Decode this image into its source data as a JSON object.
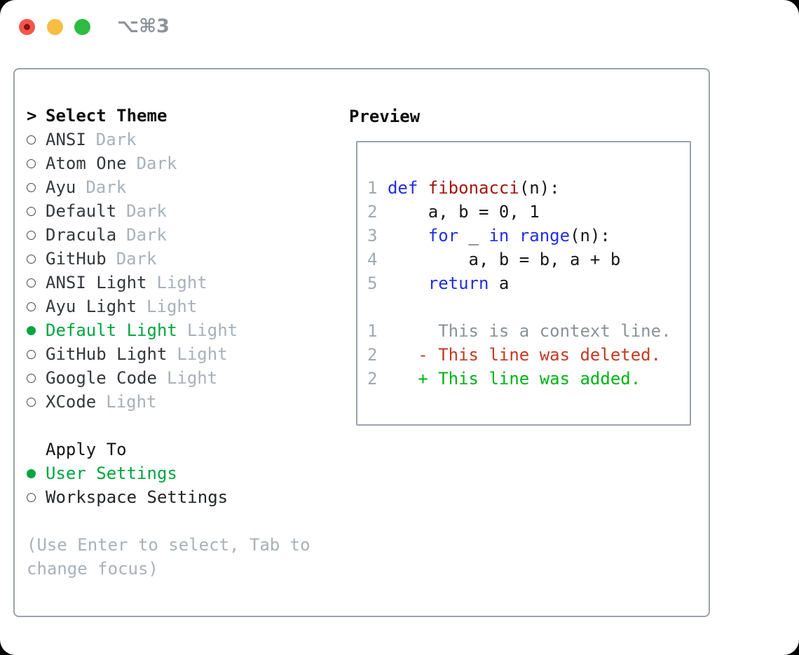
{
  "window": {
    "title": "⌥⌘3"
  },
  "colors": {
    "ui_green": "#00a53f",
    "added_green": "#00b315",
    "deleted_red": "#c43a20",
    "keyword_blue": "#1f2fe3",
    "function_red": "#a31510",
    "tag_gray": "#a8b1bb",
    "border_gray": "#9aa3ad",
    "line_num": "#9fa9b3",
    "context_gray": "#8c9198",
    "traffic_red": "#f2564d",
    "traffic_yellow": "#f7bd45",
    "traffic_green": "#2fbb42"
  },
  "theme_selector": {
    "prompt": ">",
    "title": "Select Theme",
    "themes": [
      {
        "name": "ANSI",
        "tag": "Dark",
        "selected": false
      },
      {
        "name": "Atom One",
        "tag": "Dark",
        "selected": false
      },
      {
        "name": "Ayu",
        "tag": "Dark",
        "selected": false
      },
      {
        "name": "Default",
        "tag": "Dark",
        "selected": false
      },
      {
        "name": "Dracula",
        "tag": "Dark",
        "selected": false
      },
      {
        "name": "GitHub",
        "tag": "Dark",
        "selected": false
      },
      {
        "name": "ANSI Light",
        "tag": "Light",
        "selected": false
      },
      {
        "name": "Ayu Light",
        "tag": "Light",
        "selected": false
      },
      {
        "name": "Default Light",
        "tag": "Light",
        "selected": true
      },
      {
        "name": "GitHub Light",
        "tag": "Light",
        "selected": false
      },
      {
        "name": "Google Code",
        "tag": "Light",
        "selected": false
      },
      {
        "name": "XCode",
        "tag": "Light",
        "selected": false
      }
    ]
  },
  "apply_to": {
    "title": "Apply To",
    "options": [
      {
        "label": "User Settings",
        "selected": true
      },
      {
        "label": "Workspace Settings",
        "selected": false
      }
    ]
  },
  "hint": {
    "text": "(Use Enter to select, Tab to change focus)"
  },
  "preview": {
    "title": "Preview",
    "lines": [
      {
        "num": "1",
        "parts": [
          {
            "t": " ",
            "s": "plain"
          },
          {
            "t": "def",
            "s": "keyword"
          },
          {
            "t": " ",
            "s": "plain"
          },
          {
            "t": "fibonacci",
            "s": "function"
          },
          {
            "t": "(n):",
            "s": "plain"
          }
        ]
      },
      {
        "num": "2",
        "parts": [
          {
            "t": "     a, b = 0, 1",
            "s": "plain"
          }
        ]
      },
      {
        "num": "3",
        "parts": [
          {
            "t": "     ",
            "s": "plain"
          },
          {
            "t": "for",
            "s": "keyword"
          },
          {
            "t": " _ ",
            "s": "plain"
          },
          {
            "t": "in",
            "s": "keyword"
          },
          {
            "t": " ",
            "s": "plain"
          },
          {
            "t": "range",
            "s": "keyword"
          },
          {
            "t": "(n):",
            "s": "plain"
          }
        ]
      },
      {
        "num": "4",
        "parts": [
          {
            "t": "         a, b = b, a + b",
            "s": "plain"
          }
        ]
      },
      {
        "num": "5",
        "parts": [
          {
            "t": "     ",
            "s": "plain"
          },
          {
            "t": "return",
            "s": "keyword"
          },
          {
            "t": " a",
            "s": "plain"
          }
        ]
      },
      {
        "num": "",
        "parts": []
      },
      {
        "num": "1",
        "parts": [
          {
            "t": "      This is a context line.",
            "s": "context"
          }
        ]
      },
      {
        "num": "2",
        "parts": [
          {
            "t": "    - This line was deleted.",
            "s": "deleted"
          }
        ]
      },
      {
        "num": "2",
        "parts": [
          {
            "t": "    + This line was added.",
            "s": "added"
          }
        ]
      }
    ]
  }
}
